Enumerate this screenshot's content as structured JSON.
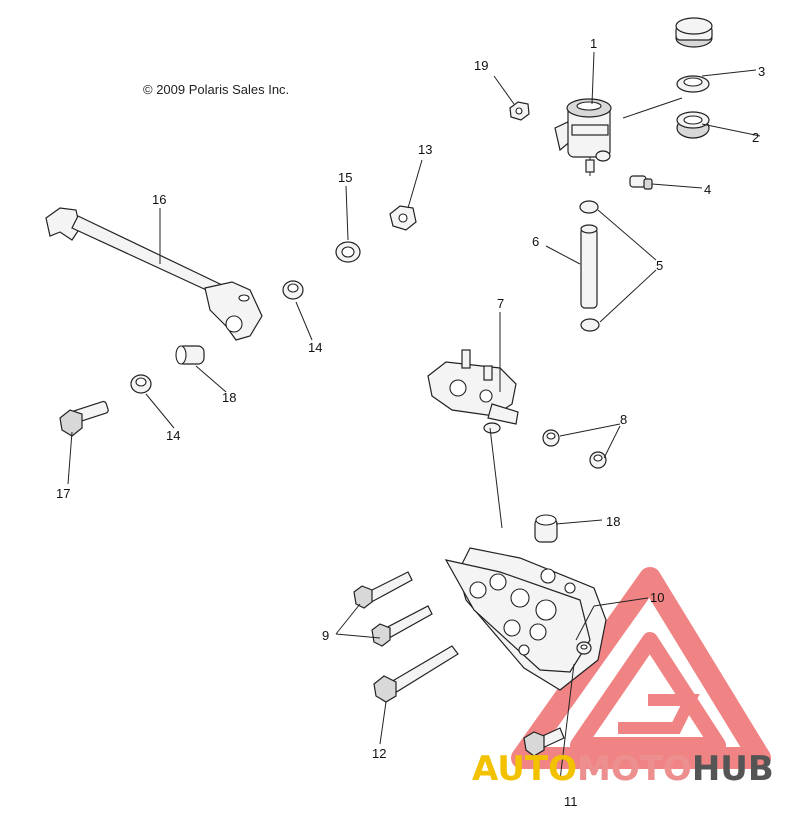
{
  "copyright": "© 2009 Polaris Sales Inc.",
  "callouts": {
    "c1": "1",
    "c2": "2",
    "c3": "3",
    "c4": "4",
    "c5": "5",
    "c6": "6",
    "c7": "7",
    "c8": "8",
    "c9": "9",
    "c10": "10",
    "c11": "11",
    "c12": "12",
    "c13": "13",
    "c14a": "14",
    "c14b": "14",
    "c15": "15",
    "c16": "16",
    "c17": "17",
    "c18a": "18",
    "c18b": "18",
    "c19": "19"
  },
  "watermark": {
    "part1": "AUTO",
    "part2": "MOTO",
    "part3": "HUB",
    "colors": {
      "auto": "#f2c200",
      "moto": "#ee8f8f",
      "hub": "#555555",
      "triangle": "#ee6e6e"
    }
  }
}
